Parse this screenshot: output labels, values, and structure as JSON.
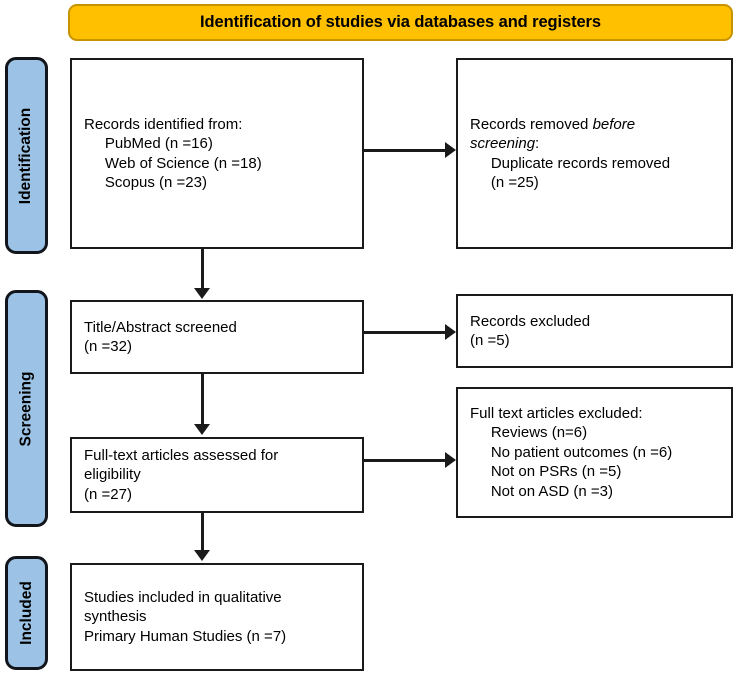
{
  "banner": {
    "title": "Identification of studies via databases and registers",
    "fill_color": "#FFC000",
    "border_color": "#C79400"
  },
  "stages": [
    {
      "id": "identification",
      "label": "Identification"
    },
    {
      "id": "screening",
      "label": "Screening"
    },
    {
      "id": "included",
      "label": "Included"
    }
  ],
  "stage_style": {
    "fill_color": "#9CC3E5",
    "border_color": "#12161C"
  },
  "boxes": {
    "identified": {
      "lines": [
        "Records identified from:",
        "     PubMed (n =16)",
        "     Web of Science (n =18)",
        "     Scopus (n =23)"
      ]
    },
    "removed": {
      "line1_plain": "Records removed ",
      "line1_italic": "before",
      "line2_italic": "screening",
      "line2_plain": ":",
      "lines_rest": [
        "     Duplicate records removed",
        "     (n =25)"
      ]
    },
    "screened": {
      "lines": [
        "Title/Abstract screened",
        "(n =32)"
      ]
    },
    "records_excluded": {
      "lines": [
        "Records excluded",
        "(n =5)"
      ]
    },
    "fulltext_assessed": {
      "lines": [
        "Full-text articles assessed for",
        "eligibility",
        "(n =27)"
      ]
    },
    "fulltext_excluded": {
      "lines": [
        "Full text articles excluded:",
        "     Reviews (n=6)",
        "     No patient outcomes (n =6)",
        "     Not on PSRs (n =5)",
        "     Not on ASD (n =3)"
      ]
    },
    "included_studies": {
      "lines": [
        "Studies included in qualitative",
        "synthesis",
        "Primary Human Studies (n =7)"
      ]
    }
  },
  "chart_data": {
    "type": "diagram",
    "title": "Identification of studies via databases and registers",
    "flow": "PRISMA",
    "nodes": [
      {
        "id": "identified",
        "stage": "Identification",
        "counts": {
          "PubMed": 16,
          "Web of Science": 18,
          "Scopus": 23
        }
      },
      {
        "id": "removed",
        "stage": "Identification",
        "counts": {
          "Duplicate records removed": 25
        }
      },
      {
        "id": "screened",
        "stage": "Screening",
        "counts": {
          "Title/Abstract screened": 32
        }
      },
      {
        "id": "records_excluded",
        "stage": "Screening",
        "counts": {
          "Records excluded": 5
        }
      },
      {
        "id": "fulltext_assessed",
        "stage": "Screening",
        "counts": {
          "Full-text articles assessed for eligibility": 27
        }
      },
      {
        "id": "fulltext_excluded",
        "stage": "Screening",
        "counts": {
          "Reviews": 6,
          "No patient outcomes": 6,
          "Not on PSRs": 5,
          "Not on ASD": 3
        }
      },
      {
        "id": "included_studies",
        "stage": "Included",
        "counts": {
          "Primary Human Studies": 7
        }
      }
    ],
    "edges": [
      {
        "from": "identified",
        "to": "removed",
        "direction": "right"
      },
      {
        "from": "identified",
        "to": "screened",
        "direction": "down"
      },
      {
        "from": "screened",
        "to": "records_excluded",
        "direction": "right"
      },
      {
        "from": "screened",
        "to": "fulltext_assessed",
        "direction": "down"
      },
      {
        "from": "fulltext_assessed",
        "to": "fulltext_excluded",
        "direction": "right"
      },
      {
        "from": "fulltext_assessed",
        "to": "included_studies",
        "direction": "down"
      }
    ]
  }
}
